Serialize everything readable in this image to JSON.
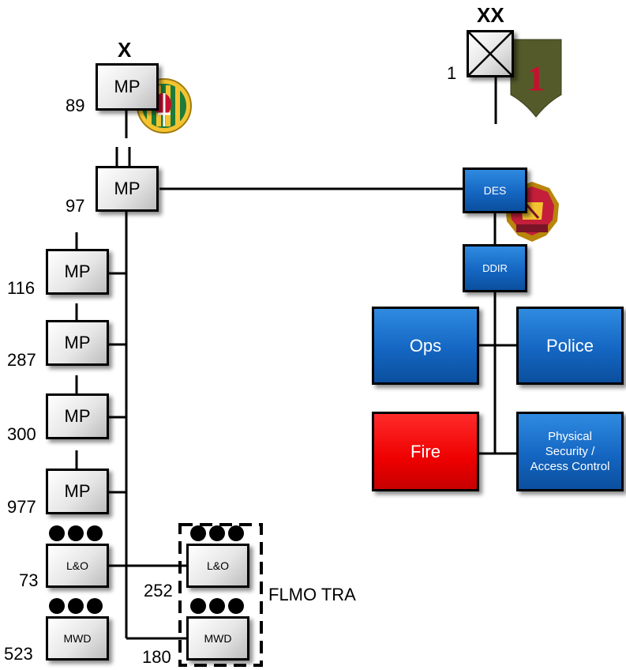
{
  "division": {
    "echelon": "XX",
    "number": "1"
  },
  "brigade": {
    "echelon": "X",
    "unit_label": "MP",
    "number": "89"
  },
  "battalion": {
    "unit_label": "MP",
    "number": "97"
  },
  "companies": [
    {
      "label": "MP",
      "number": "116"
    },
    {
      "label": "MP",
      "number": "287"
    },
    {
      "label": "MP",
      "number": "300"
    },
    {
      "label": "MP",
      "number": "977"
    }
  ],
  "detachments": [
    {
      "label": "L&O",
      "number": "73"
    },
    {
      "label": "MWD",
      "number": "523"
    }
  ],
  "tra_detachments": [
    {
      "label": "L&O",
      "number": "252"
    },
    {
      "label": "MWD",
      "number": "180"
    }
  ],
  "tra_label": "FLMO TRA",
  "des": {
    "label": "DES",
    "deputy": "DDIR",
    "divisions": {
      "ops": "Ops",
      "police": "Police",
      "fire": "Fire",
      "physical_security": "Physical Security / Access Control"
    }
  },
  "colors": {
    "blue_box": "#1466c2",
    "red_box": "#ee0000",
    "unit_box": "#e6e6e6",
    "line": "#000000"
  }
}
